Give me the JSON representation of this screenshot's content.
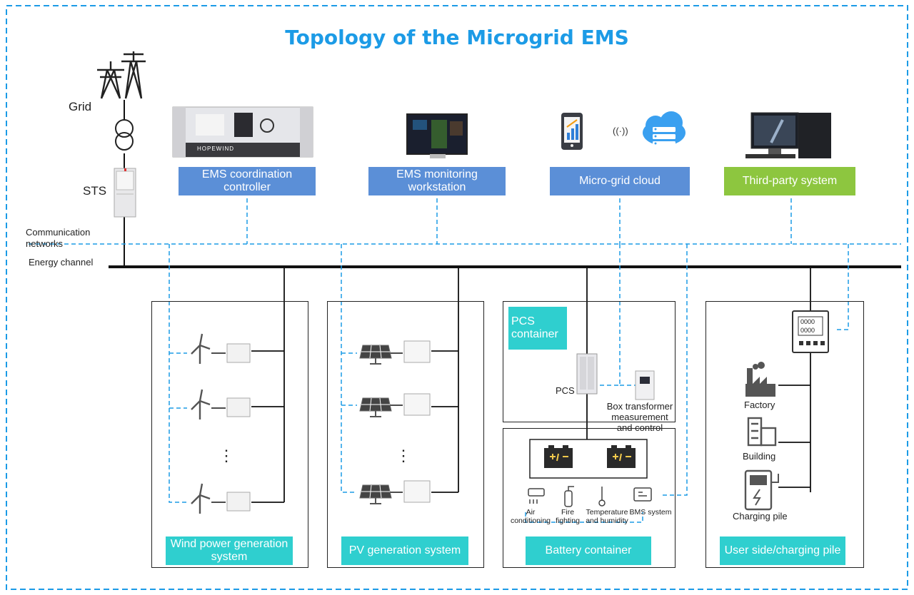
{
  "title": "Topology of the Microgrid EMS",
  "left_labels": {
    "grid": "Grid",
    "sts": "STS",
    "communication": "Communication networks",
    "energy": "Energy channel"
  },
  "top_devices": [
    {
      "label": "EMS coordination controller",
      "color": "#5b8fd7"
    },
    {
      "label": "EMS monitoring workstation",
      "color": "#5b8fd7"
    },
    {
      "label": "Micro-grid cloud",
      "color": "#5b8fd7"
    },
    {
      "label": "Third-party system",
      "color": "#8dc63f"
    }
  ],
  "controller_brand": "HOPEWIND",
  "wifi_symbol": "((·))",
  "subsystems": {
    "wind": "Wind power generation system",
    "pv": "PV generation system",
    "battery": "Battery container",
    "user": "User side/charging pile"
  },
  "pcs": {
    "container_label": "PCS container",
    "pcs_label": "PCS",
    "box_transformer": "Box transformer measurement and control"
  },
  "battery_devices": {
    "air": "Air conditioning",
    "fire": "Fire fighting",
    "temp": "Temperature and humidity",
    "bms": "BMS system"
  },
  "user_loads": {
    "meter_reading": "0000",
    "factory": "Factory",
    "building": "Building",
    "charging": "Charging pile"
  },
  "ellipsis": "⋮",
  "colors": {
    "title": "#1c9be6",
    "comm_line": "#1c9be6",
    "energy_line": "#111111",
    "label_blue": "#5b8fd7",
    "label_green": "#8dc63f",
    "label_teal": "#2fcfcf"
  }
}
